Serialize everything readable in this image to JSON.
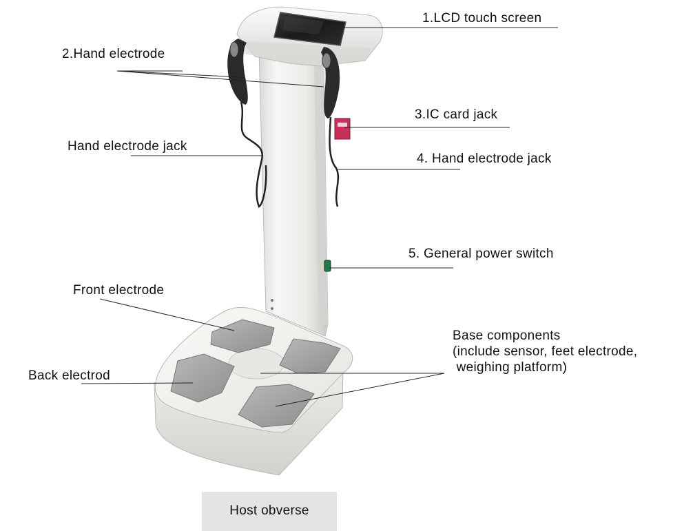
{
  "labels": {
    "lcd": "1.LCD touch screen",
    "hand_electrode": "2.Hand electrode",
    "ic_card": "3.IC card jack",
    "hand_jack_right": "4. Hand electrode jack",
    "hand_jack_left": "Hand electrode jack",
    "power_switch": "5. General power switch",
    "front_electrode": "Front electrode",
    "back_electrode": "Back electrod",
    "base_line1": "Base components",
    "base_line2": "(include sensor, feet electrode,",
    "base_line3": " weighing platform)"
  },
  "caption": "Host obverse"
}
